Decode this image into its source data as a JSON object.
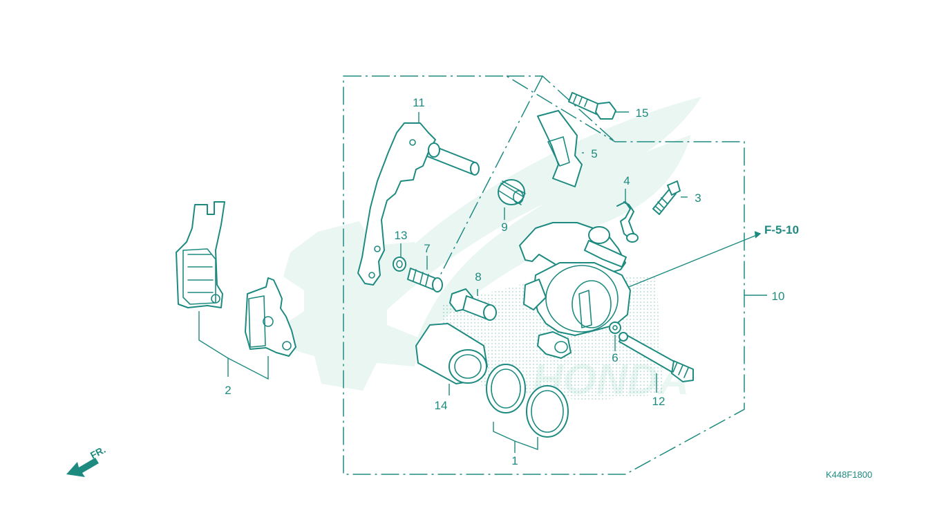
{
  "diagram": {
    "callouts": [
      "1",
      "2",
      "3",
      "4",
      "5",
      "6",
      "7",
      "8",
      "9",
      "10",
      "11",
      "12",
      "13",
      "14",
      "15"
    ],
    "reference": "F-5-10",
    "figure_code": "K448F1800",
    "front_marker": "FR."
  },
  "colors": {
    "line": "#1d8a80",
    "watermark": "#eaf6f2",
    "background": "#ffffff"
  }
}
